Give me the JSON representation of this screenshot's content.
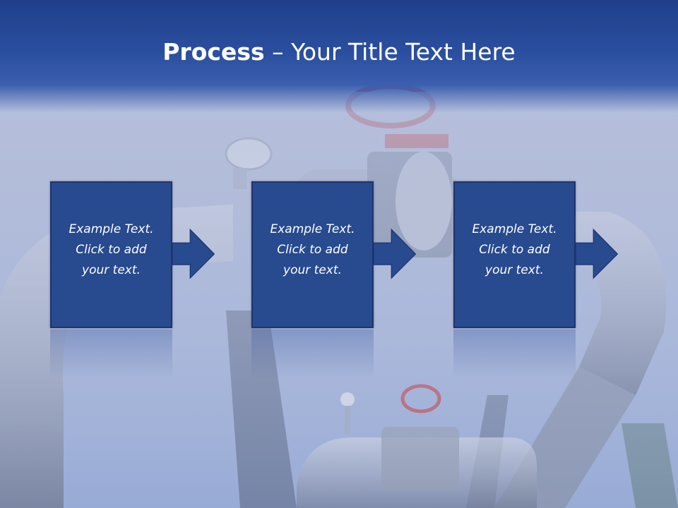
{
  "slide": {
    "title_bold": "Process",
    "title_rest": " – Your Title Text Here"
  },
  "steps": [
    {
      "line1": "Example Text.",
      "line2": "Click  to add",
      "line3": "your text."
    },
    {
      "line1": "Example Text.",
      "line2": "Click  to add",
      "line3": "your text."
    },
    {
      "line1": "Example Text.",
      "line2": "Click  to add",
      "line3": "your text."
    }
  ],
  "colors": {
    "title_band": "#284b99",
    "box_fill": "#284a8e",
    "box_border": "#1c3470",
    "text": "#ffffff"
  }
}
